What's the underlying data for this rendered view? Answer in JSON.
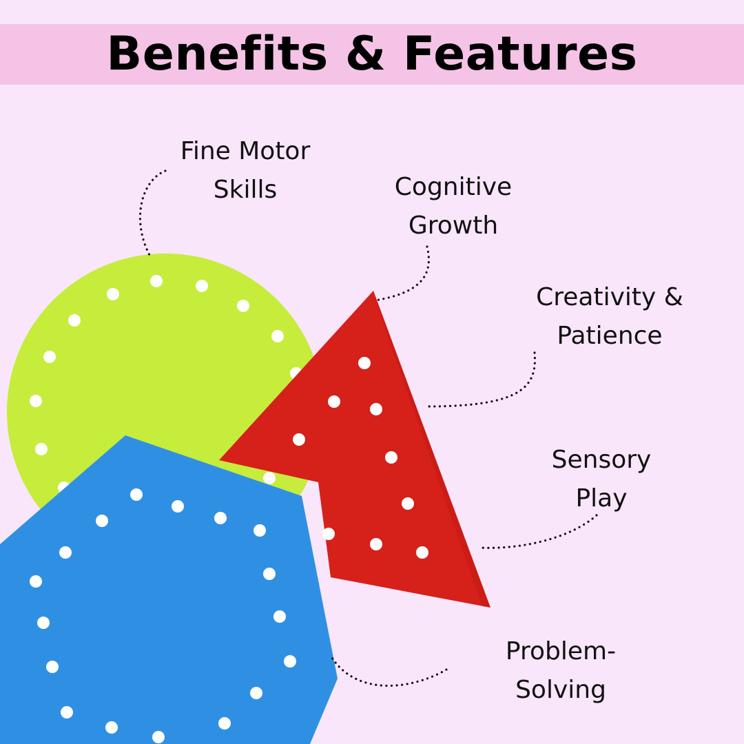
{
  "header": {
    "title": "Benefits & Features"
  },
  "features": [
    {
      "line1": "Fine Motor",
      "line2": "Skills"
    },
    {
      "line1": "Cognitive",
      "line2": "Growth"
    },
    {
      "line1": "Creativity &",
      "line2": "Patience"
    },
    {
      "line1": "Sensory",
      "line2": "Play"
    },
    {
      "line1": "Problem-",
      "line2": "Solving"
    }
  ],
  "colors": {
    "background": "#f9e6fb",
    "banner": "#f4c3e5",
    "circle": "#c6ec3c",
    "triangle": "#d6201a",
    "hexagon": "#2f90e3"
  }
}
